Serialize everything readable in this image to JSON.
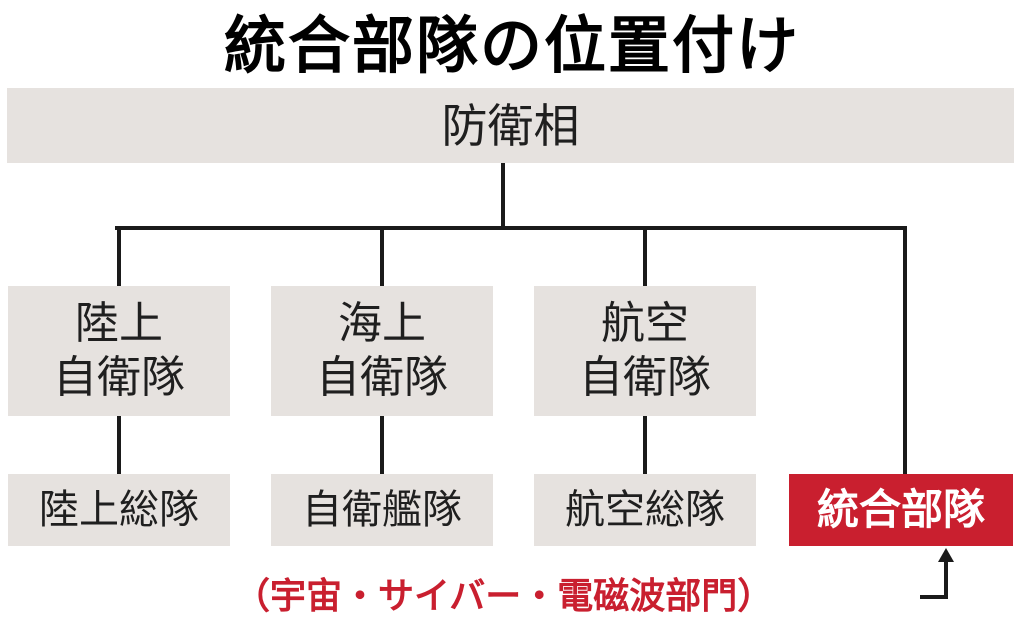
{
  "title": "統合部隊の位置付け",
  "top": {
    "label": "防衛相"
  },
  "branches": [
    {
      "line1": "陸上",
      "line2": "自衛隊",
      "sub": "陸上総隊"
    },
    {
      "line1": "海上",
      "line2": "自衛隊",
      "sub": "自衛艦隊"
    },
    {
      "line1": "航空",
      "line2": "自衛隊",
      "sub": "航空総隊"
    }
  ],
  "integrated": {
    "label": "統合部隊",
    "note": "（宇宙・サイバー・電磁波部門）"
  },
  "colors": {
    "box": "#e6e2df",
    "accent": "#c91f2f",
    "line": "#1a1a1a"
  }
}
